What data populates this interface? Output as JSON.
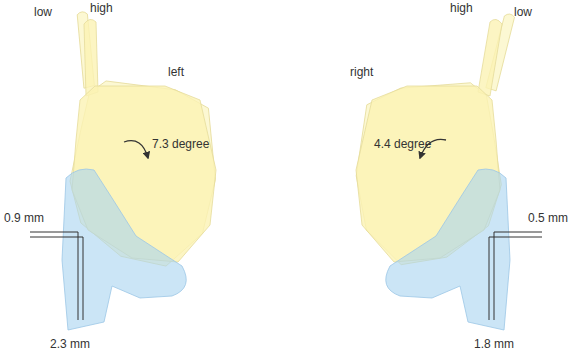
{
  "diagram": {
    "labels": [
      "low",
      "high",
      "left",
      "7.3 degree",
      "0.9 mm",
      "2.3 mm",
      "high",
      "low",
      "right",
      "4.4 degree",
      "0.5 mm",
      "1.8 mm"
    ]
  }
}
